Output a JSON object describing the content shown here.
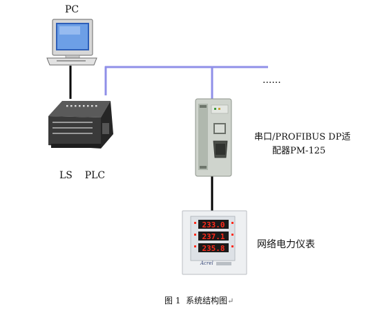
{
  "labels": {
    "pc": "PC",
    "plc": "LS    PLC",
    "ellipsis": "......",
    "adapter_line1": "串口/PROFIBUS DP适",
    "adapter_line2": "配器PM-125",
    "meter": "网络电力仪表",
    "caption": "图 1  系统结构图",
    "caption_mark": "↵"
  },
  "meter_display": {
    "readings": [
      "233.0",
      "237.1",
      "235.8"
    ],
    "brand": "Acrel"
  },
  "colors": {
    "bus_line": "#8f8fe8",
    "link_line": "#000000",
    "meter_digits": "#ff2a1a"
  }
}
